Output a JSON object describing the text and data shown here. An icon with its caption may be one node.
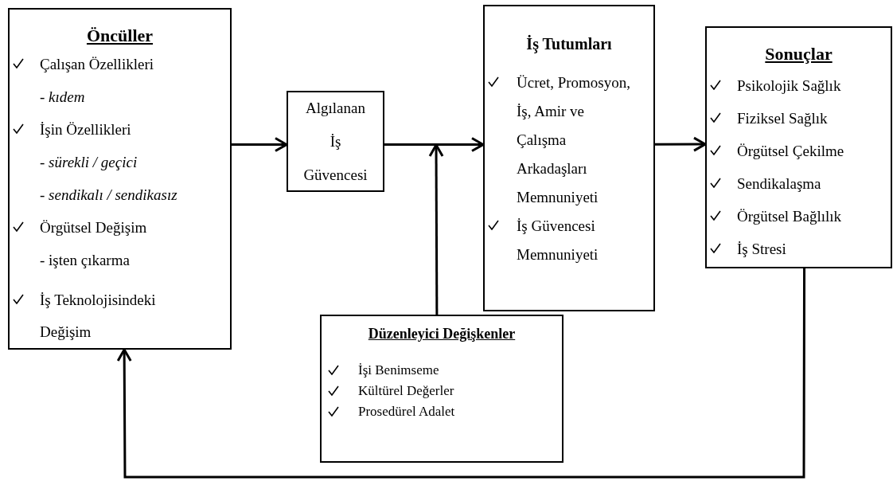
{
  "diagram": {
    "nodes": [
      {
        "text": [
          "Öncüller",
          "Çalışan Özellikleri",
          "- *kıdem*",
          "İşin Özellikleri",
          "- *sürekli / geçici*",
          "- *sendikalı / sendikasız*",
          "Örgütsel Değişim",
          "- işten çıkarma",
          "İş Teknolojisindeki Değişim"
        ]
      },
      {
        "text": [
          "Algılanan İş Güvencesi"
        ]
      },
      {
        "text": [
          "İş Tutumları",
          "Ücret, Promosyon, İş, Amir ve Çalışma Arkadaşları Memnuniyeti",
          "İş Güvencesi Memnuniyeti"
        ]
      },
      {
        "text": [
          "Sonuçlar",
          "Psikolojik Sağlık",
          "Fiziksel Sağlık",
          "Örgütsel Çekilme",
          "Sendikalaşma",
          "Örgütsel Bağlılık",
          "İş Stresi"
        ]
      },
      {
        "text": [
          "Düzenleyici Değişkenler",
          "İşi Benimseme",
          "Kültürel Değerler",
          "Prosedürel Adalet"
        ]
      }
    ],
    "edges": [
      {
        "from": 0,
        "to": 1,
        "arrow": "to"
      },
      {
        "from": 1,
        "to": 2,
        "arrow": "to"
      },
      {
        "from": 2,
        "to": 3,
        "arrow": "to"
      },
      {
        "from": 4,
        "to": null,
        "arrow": "to"
      },
      {
        "from": 3,
        "to": 0,
        "arrow": "to"
      }
    ]
  }
}
